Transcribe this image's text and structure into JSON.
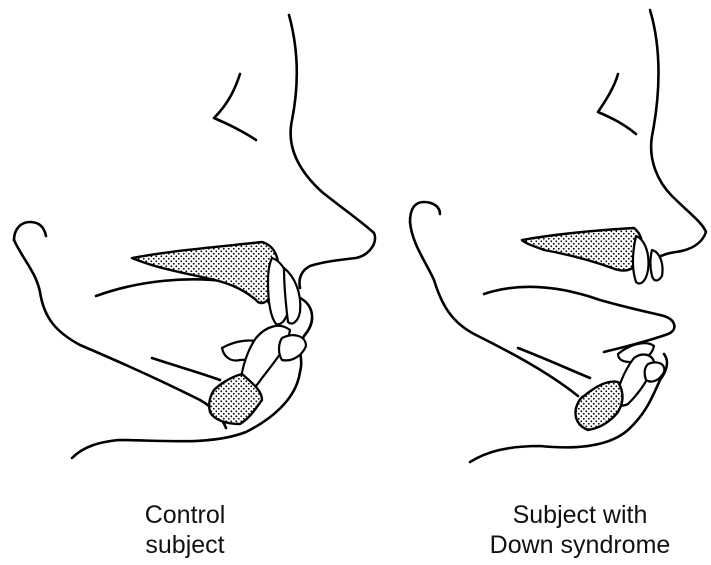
{
  "panels": [
    {
      "id": "control",
      "caption_line1": "Control",
      "caption_line2": "subject"
    },
    {
      "id": "down-syndrome",
      "caption_line1": "Subject with",
      "caption_line2": "Down syndrome"
    }
  ],
  "colors": {
    "line": "#000000",
    "background": "#ffffff",
    "stipple_fill": "#000000"
  }
}
